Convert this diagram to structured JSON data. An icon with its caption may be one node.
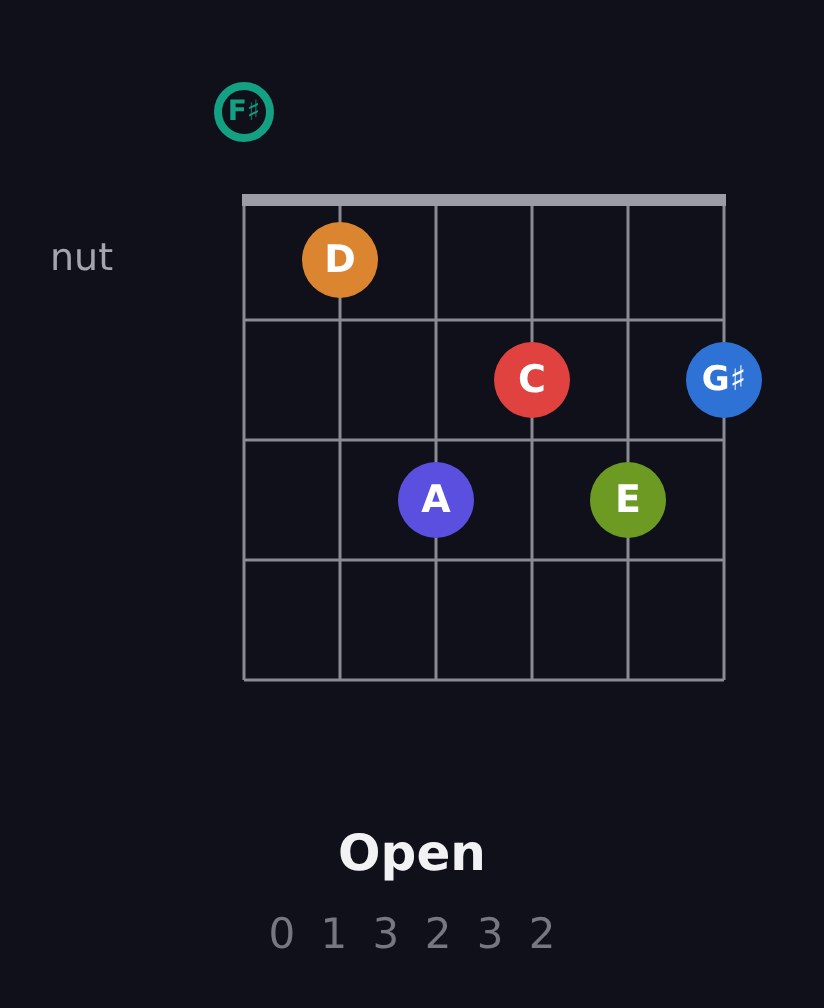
{
  "diagram": {
    "title": "Open",
    "nodes": [
      {
        "text": [
          "F♯"
        ]
      },
      {
        "text": [
          "D"
        ]
      },
      {
        "text": [
          "C"
        ]
      },
      {
        "text": [
          "G♯"
        ]
      },
      {
        "text": [
          "A"
        ]
      },
      {
        "text": [
          "E"
        ]
      }
    ],
    "labels": [
      "nut",
      "0 1 3 2 3 2"
    ]
  }
}
